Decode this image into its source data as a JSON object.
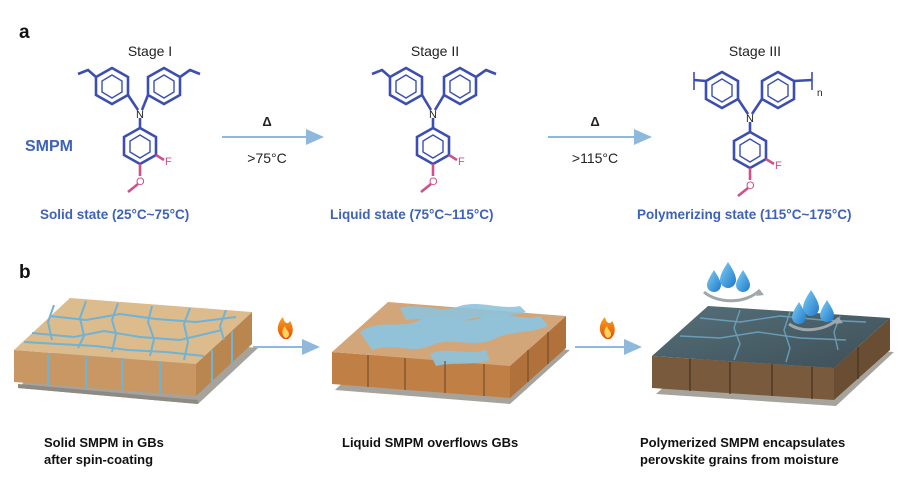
{
  "panel_a": {
    "letter": "a",
    "smpm_label": "SMPM",
    "stages": [
      {
        "title": "Stage I",
        "state": "Solid state (25°C~75°C)"
      },
      {
        "title": "Stage II",
        "state": "Liquid state (75°C~115°C)"
      },
      {
        "title": "Stage III",
        "state": "Polymerizing state (115°C~175°C)"
      }
    ],
    "arrows": [
      {
        "symbol": "Δ",
        "condition": ">75°C"
      },
      {
        "symbol": "Δ",
        "condition": ">115°C"
      }
    ],
    "atom_labels": {
      "nitrogen": "N",
      "fluorine": "F",
      "oxygen": "O",
      "repeat": "n"
    }
  },
  "panel_b": {
    "letter": "b",
    "captions": [
      {
        "line1": "Solid SMPM in GBs",
        "line2": "after spin-coating"
      },
      {
        "line1": "Liquid SMPM overflows GBs",
        "line2": ""
      },
      {
        "line1": "Polymerized SMPM encapsulates",
        "line2": "perovskite grains from moisture"
      }
    ]
  },
  "colors": {
    "molecule_blue": "#3c4fb0",
    "label_blue": "#3d62b8",
    "fluorine_pink": "#d0508a",
    "arrow_blue": "#8fb8dd",
    "grain_tan": "#d7b484",
    "liquid_blue": "#8ec3dc",
    "polymer_dark": "#4a5a63"
  }
}
